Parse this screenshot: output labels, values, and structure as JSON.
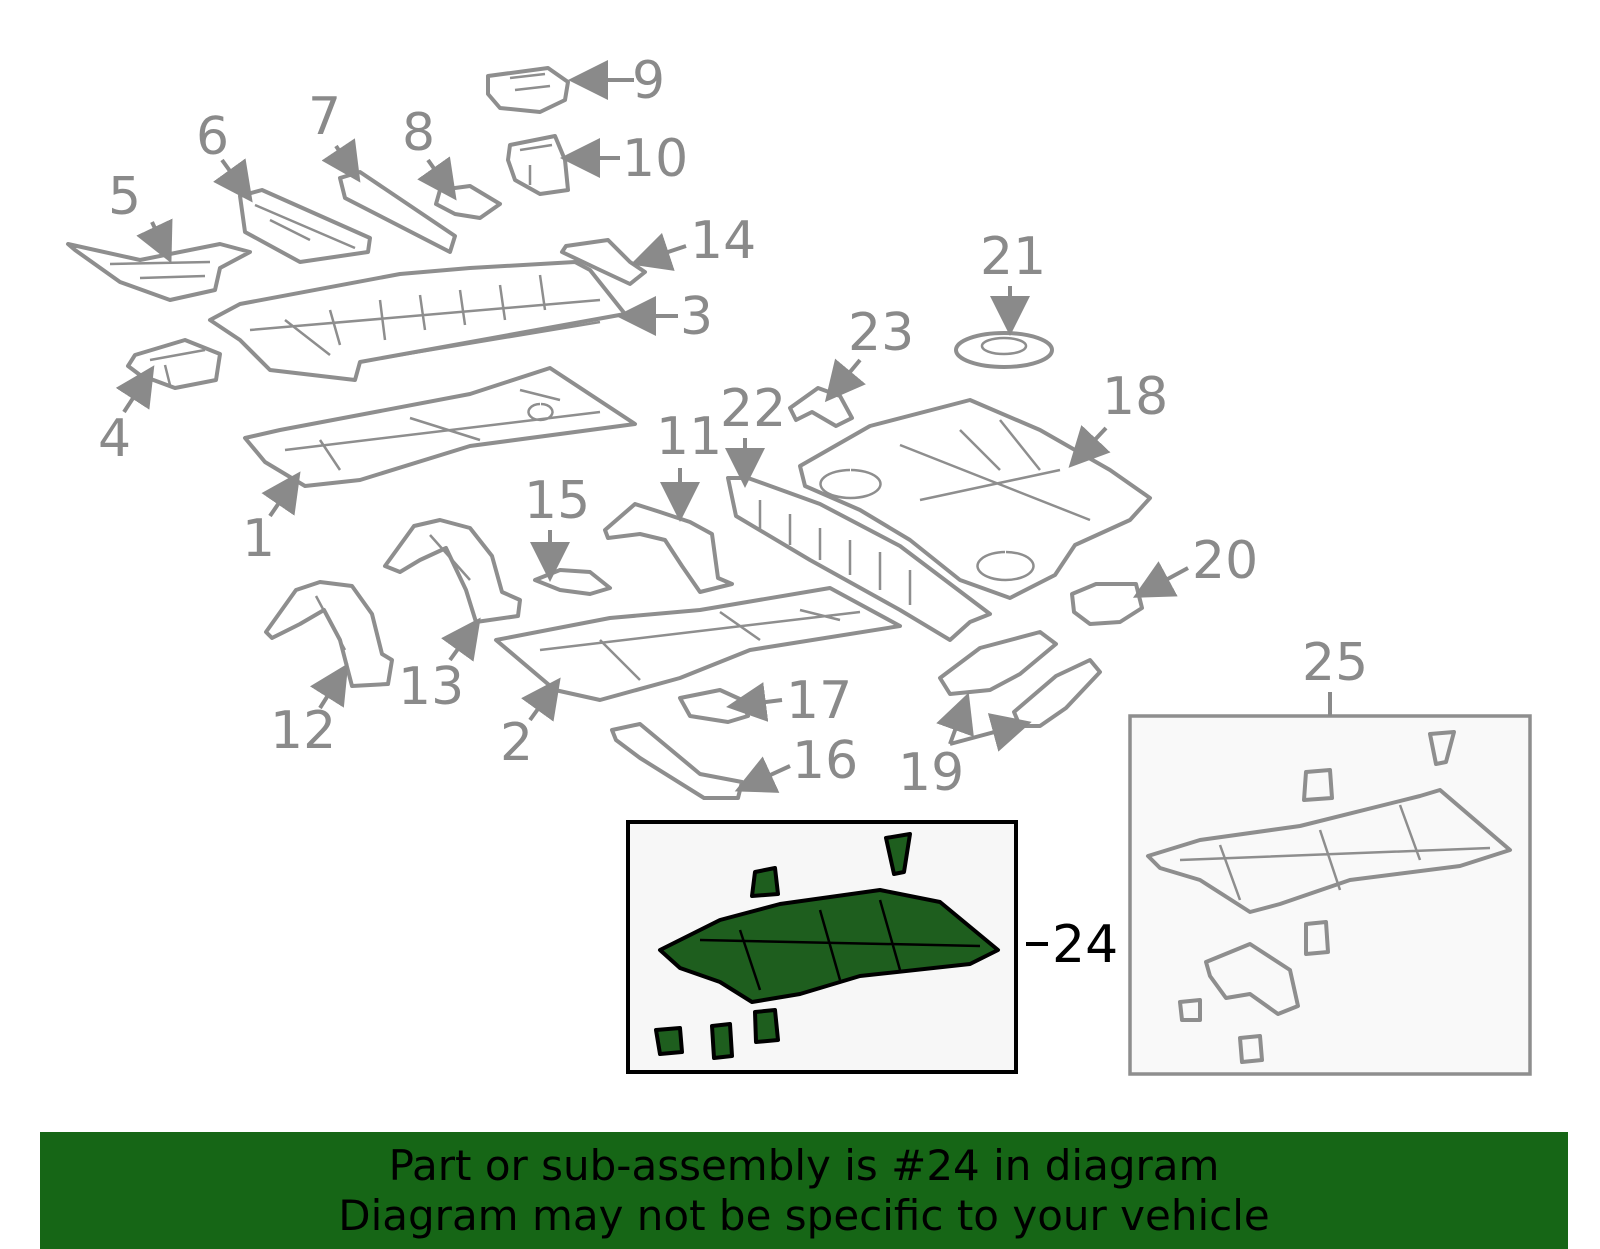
{
  "callouts": [
    "1",
    "2",
    "3",
    "4",
    "5",
    "6",
    "7",
    "8",
    "9",
    "10",
    "11",
    "12",
    "13",
    "14",
    "15",
    "16",
    "17",
    "18",
    "19",
    "20",
    "21",
    "22",
    "23",
    "24",
    "25"
  ],
  "highlighted_callout": "24",
  "banner": {
    "line1": "Part or sub-assembly is #24 in diagram",
    "line2": "Diagram may not be specific to your vehicle"
  },
  "colors": {
    "highlight_part": "#1e5e1e",
    "banner_background": "#166616",
    "line_art": "#8e8e8e"
  }
}
